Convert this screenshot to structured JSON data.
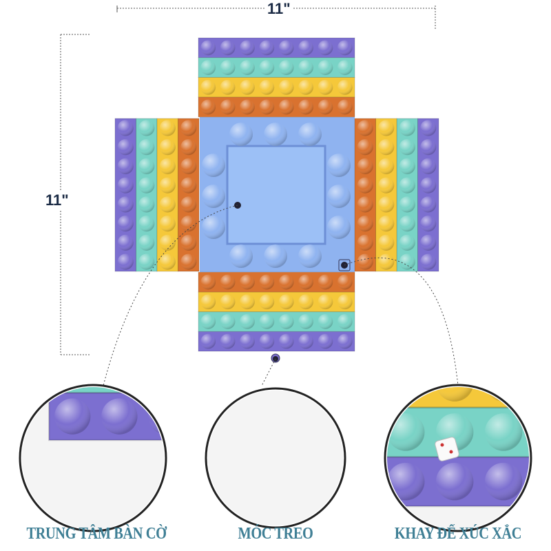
{
  "dimensions": {
    "width_label": "11\"",
    "height_label": "11\""
  },
  "captions": [
    "TRUNG TÂM BÀN CỜ",
    "MÓC TREO",
    "KHAY ĐỂ XÚC XẮC"
  ],
  "colors": {
    "purple": "#7c6fd0",
    "teal": "#79d3c6",
    "yellow": "#f5c83a",
    "orange": "#d9722f",
    "center": "#8fb3f0",
    "caption": "#3f7f95"
  }
}
